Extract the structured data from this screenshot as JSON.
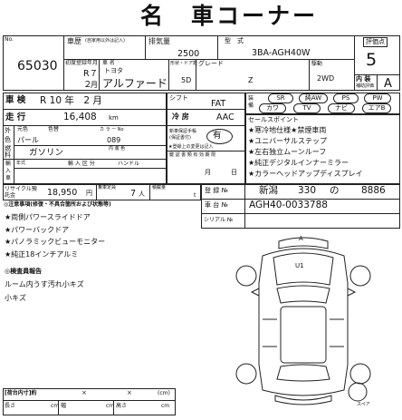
{
  "header": {
    "title": "名　車コーナー"
  },
  "entry": {
    "no_label": "No.",
    "no_value": "65030",
    "shaken_history_label": "車歴",
    "shaken_history_note": "(自家用以外は記入)",
    "displacement_label": "排気量",
    "displacement_value": "2500",
    "model_label": "型　式",
    "model_value": "3BA-AGH40W",
    "score_label": "評価点",
    "score_value": "5",
    "interior_label": "内 装",
    "interior_sub": "補助評価",
    "interior_value": "A"
  },
  "registration": {
    "first_reg_label": "初度登録年月",
    "year_value": "R７",
    "month_value": "２",
    "month_unit": "月",
    "name_label": "車 名",
    "maker_value": "トヨタ",
    "car_name_value": "アルファード",
    "doors_label": "形状・ドア数",
    "doors_value": "5D",
    "grade_label": "グレード",
    "grade_value": "Z",
    "drive_label": "駆動",
    "drive_value": "2WD"
  },
  "inspection": {
    "shaken_label": "車 検",
    "shaken_value": "R 10 年　2 月",
    "shift_label": "シフト",
    "shift_value": "FAT",
    "mileage_label": "走 行",
    "mileage_value": "16,408",
    "mileage_unit": "km",
    "ac_label": "冷 房",
    "ac_value": "AAC",
    "color_label_left": "外",
    "color_label_right": "色",
    "orig_color_label": "元色",
    "color_label": "色替",
    "color_code_label": "カ ラ ー No",
    "color_value": "パール",
    "color_code_value": "089",
    "fuel_label": "燃 料",
    "fuel_value": "ガソリン",
    "interior_color_label": "内 装 色",
    "manual_label": "新車保証手帳(保証書付)",
    "manual_value": "有",
    "manual_note": "★登録上の変更は記入",
    "import_label_1": "輸",
    "import_label_2": "入",
    "import_label_3": "車",
    "year_type_label": "年式",
    "import_category_label": "輸 入 区 分",
    "handle_label": "ハンドル",
    "fin_label": "鍵 認 書 類 有 効 期 限",
    "fin_month": "月",
    "fin_day": "日"
  },
  "equipment": {
    "label": "装備",
    "items": [
      "SR",
      "純AW",
      "PS",
      "PW",
      "カワ",
      "TV",
      "ナビ",
      "エアB"
    ]
  },
  "sales_points": {
    "label": "セールスポイント",
    "lines": [
      "★寒冷地仕様★禁煙車両",
      "★ユニバーサルステップ",
      "★左右独立ムーンルーフ",
      "★純正デジタルインナーミラー",
      "★カラーヘッドアップディスプレイ"
    ]
  },
  "recycle": {
    "label": "リサイクル預託金",
    "value": "18,950",
    "unit": "円",
    "capacity_label": "乗車定員",
    "capacity_value": "7",
    "capacity_unit": "人",
    "load_label": "積載量",
    "load_unit": "t"
  },
  "plate": {
    "reg_label": "登 録 №",
    "reg_area": "新潟",
    "reg_class": "330",
    "reg_kana": "の",
    "reg_number": "8886",
    "chassis_label": "車 台 №",
    "chassis_value": "AGH40-0033788",
    "serial_label": "シリアル №"
  },
  "notes": {
    "heading": "◎注意事項(修復・不具合箇所および状態等)",
    "lines": [
      "★両側パワースライドドア",
      "★パワーバックドア",
      "★パノラミックビューモニター",
      "★純正18インチアルミ"
    ],
    "report_heading": "◎検査員報告",
    "report_lines": [
      "ルーム内うす汚れ小キズ",
      "小キズ"
    ]
  },
  "diagram": {
    "front_label": "A",
    "front_damage": "U1",
    "spare_label": "スペア"
  },
  "cargo": {
    "label": "[荷台内寸]約",
    "x1": "×",
    "x2": "×",
    "unit": "(cm)",
    "length_label": "長さ",
    "width_label": "幅",
    "height_label": "高さ",
    "cm1": "cm",
    "cm2": "cm",
    "cm3": "cm"
  }
}
